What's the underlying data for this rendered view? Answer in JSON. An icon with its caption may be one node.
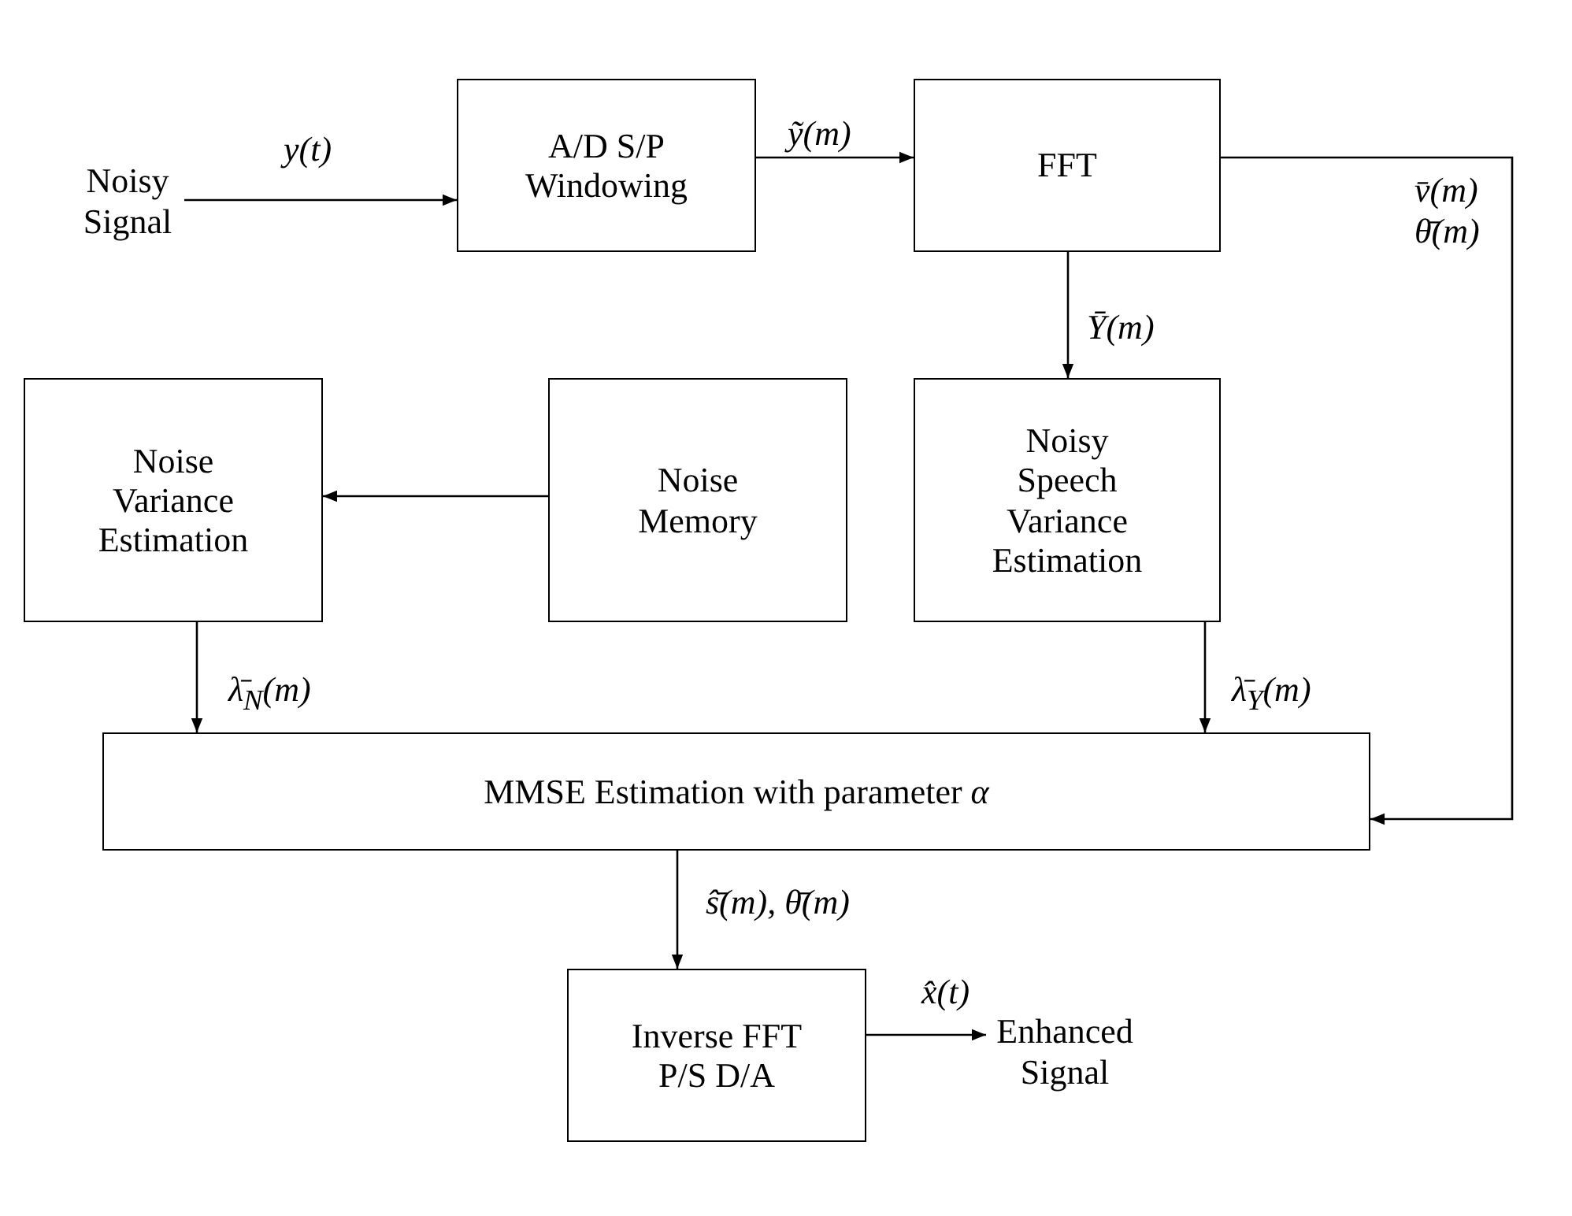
{
  "diagram": {
    "nodes": [
      {
        "text": [
          "Noisy Signal"
        ]
      },
      {
        "text": [
          "A/D S/P Windowing"
        ]
      },
      {
        "text": [
          "FFT"
        ]
      },
      {
        "text": [
          "Noise Variance Estimation"
        ]
      },
      {
        "text": [
          "Noise Memory"
        ]
      },
      {
        "text": [
          "Noisy Speech Variance Estimation"
        ]
      },
      {
        "text": [
          "MMSE Estimation with parameter *α*"
        ]
      },
      {
        "text": [
          "Inverse FFT P/S D/A"
        ]
      },
      {
        "text": [
          "Enhanced Signal"
        ]
      }
    ],
    "edges": [
      {
        "from": 0,
        "to": 1,
        "arrow": "to",
        "label": "y(t)"
      },
      {
        "from": 1,
        "to": 2,
        "arrow": "to",
        "label": "ỹ(m)"
      },
      {
        "from": 2,
        "to": 5,
        "arrow": "to",
        "label": "Ȳ(m)"
      },
      {
        "from": 4,
        "to": 3,
        "arrow": "to"
      },
      {
        "from": 3,
        "to": 6,
        "arrow": "to",
        "label": "λ̄$_{N}$(m)"
      },
      {
        "from": 5,
        "to": 6,
        "arrow": "to",
        "label": "λ̄$_{Y}$(m)"
      },
      {
        "from": 2,
        "to": 6,
        "arrow": "to",
        "label": "v̄(m) θ̄(m)"
      },
      {
        "from": 6,
        "to": 7,
        "arrow": "to",
        "label": "ŝ̄(m), θ̄(m)"
      },
      {
        "from": 7,
        "to": 8,
        "arrow": "to",
        "label": "x̂(t)"
      }
    ]
  }
}
